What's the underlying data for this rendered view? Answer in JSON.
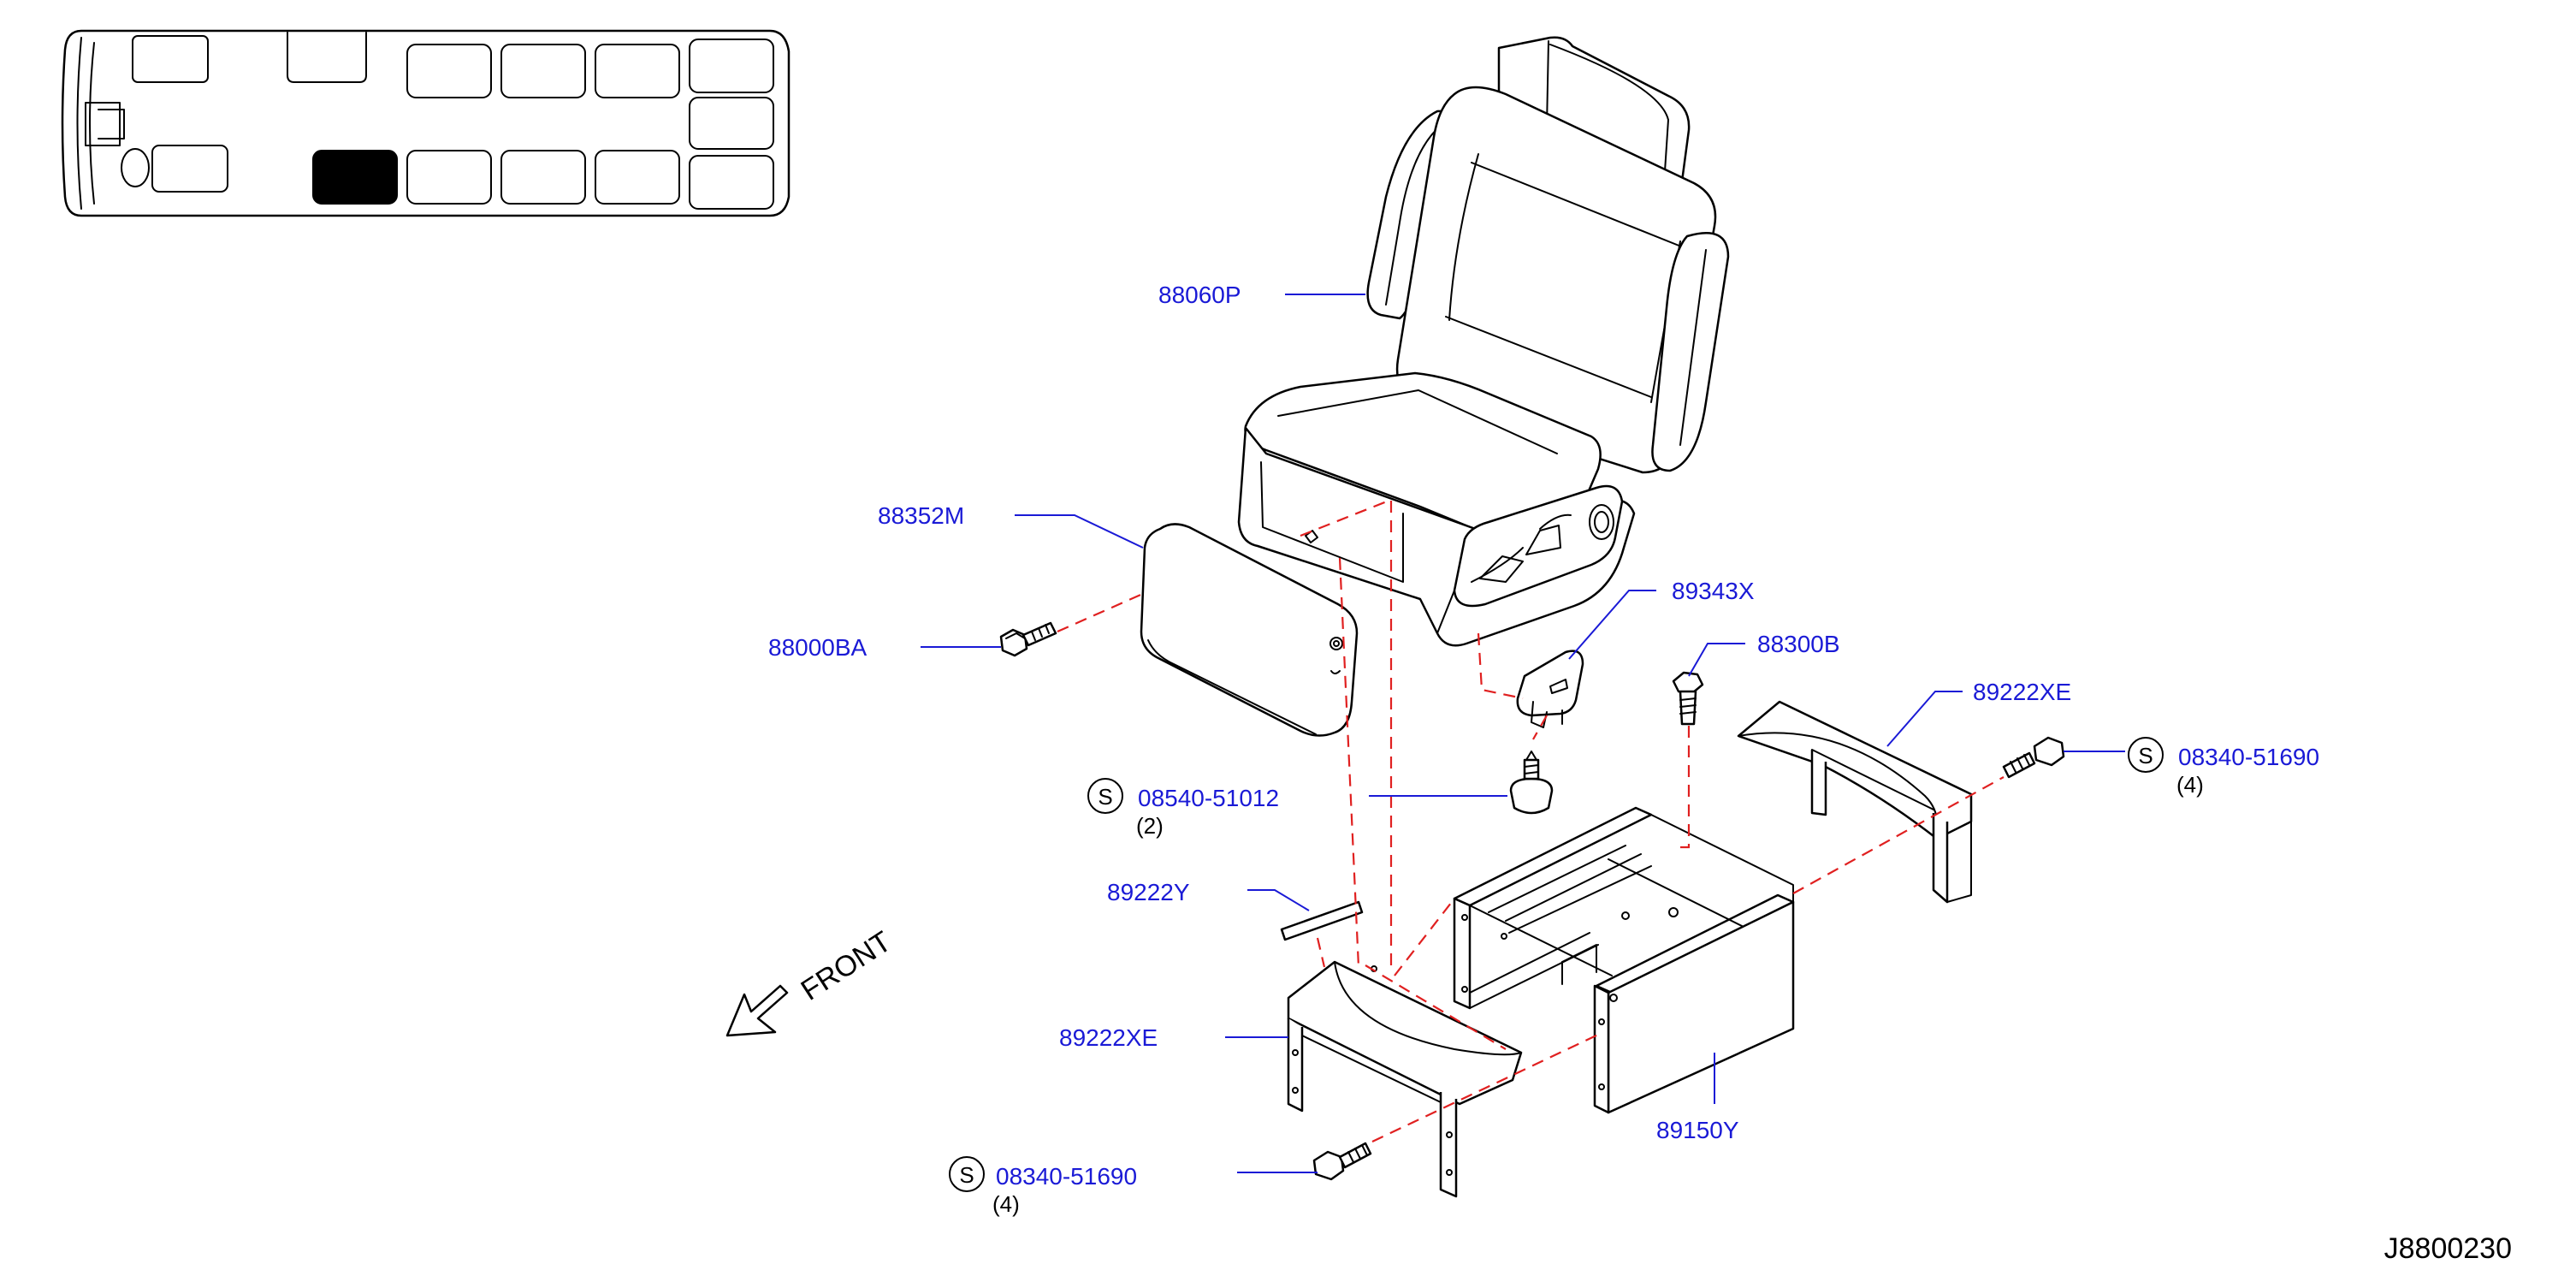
{
  "diagram_id": "J8800230",
  "direction_label": "FRONT",
  "callouts": [
    {
      "key": "seat_assembly",
      "code": "88060P"
    },
    {
      "key": "side_cover",
      "code": "88352M"
    },
    {
      "key": "side_cover_screw",
      "code": "88000BA"
    },
    {
      "key": "switch_bezel",
      "code": "89343X"
    },
    {
      "key": "bolt_88300",
      "code": "88300B"
    },
    {
      "key": "finisher_right",
      "code": "89222XE"
    },
    {
      "key": "screw_right",
      "code": "08340-51690",
      "symbol": "S",
      "qty": "(4)"
    },
    {
      "key": "screw_center",
      "code": "08540-51012",
      "symbol": "S",
      "qty": "(2)"
    },
    {
      "key": "pad",
      "code": "89222Y"
    },
    {
      "key": "finisher_left",
      "code": "89222XE"
    },
    {
      "key": "frame",
      "code": "89150Y"
    },
    {
      "key": "screw_left",
      "code": "08340-51690",
      "symbol": "S",
      "qty": "(4)"
    }
  ],
  "colors": {
    "callout_text": "#1a1ad6",
    "guide_line": "#e02020",
    "outline": "#000000",
    "highlight_seat": "#000000"
  },
  "locator": {
    "highlighted_seat": "row-2-left"
  }
}
